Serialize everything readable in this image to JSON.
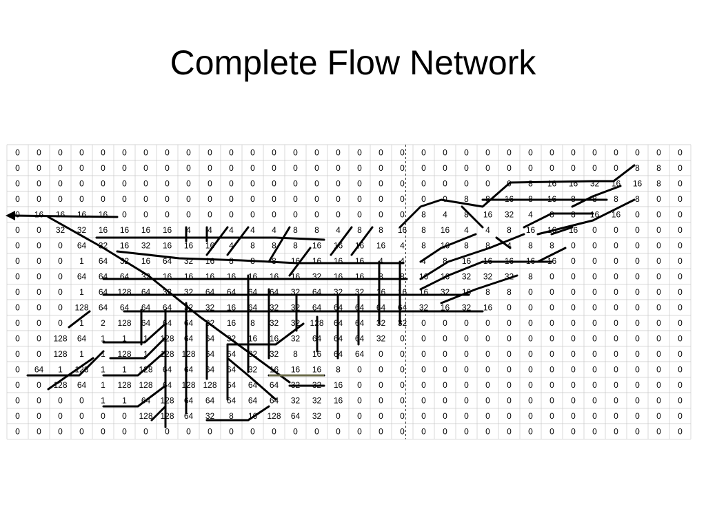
{
  "title": "Complete Flow Network",
  "colors": {
    "text": "#000000",
    "grid": "#c8c8c8",
    "flow": "#000000",
    "background": "#ffffff"
  },
  "grid": {
    "rows": [
      [
        "0",
        "0",
        "0",
        "0",
        "0",
        "0",
        "0",
        "0",
        "0",
        "0",
        "0",
        "0",
        "0",
        "0",
        "0",
        "0",
        "0",
        "0",
        "0",
        "0",
        "0",
        "0",
        "0",
        "0",
        "0",
        "0",
        "0",
        "0",
        "0",
        "0",
        "0",
        "0"
      ],
      [
        "0",
        "0",
        "0",
        "0",
        "0",
        "0",
        "0",
        "0",
        "0",
        "0",
        "0",
        "0",
        "0",
        "0",
        "0",
        "0",
        "0",
        "0",
        "0",
        "0",
        "0",
        "0",
        "0",
        "0",
        "0",
        "0",
        "0",
        "0",
        "0",
        "8",
        "8",
        "0"
      ],
      [
        "0",
        "0",
        "0",
        "0",
        "0",
        "0",
        "0",
        "0",
        "0",
        "0",
        "0",
        "0",
        "0",
        "0",
        "0",
        "0",
        "0",
        "0",
        "0",
        "0",
        "0",
        "0",
        "0",
        "0",
        "8",
        "16",
        "16",
        "32",
        "16",
        "16",
        "8",
        "0"
      ],
      [
        "0",
        "0",
        "0",
        "0",
        "0",
        "0",
        "0",
        "0",
        "0",
        "0",
        "0",
        "0",
        "0",
        "0",
        "0",
        "0",
        "0",
        "0",
        "0",
        "0",
        "0",
        "8",
        "8",
        "16",
        "8",
        "16",
        "8",
        "8",
        "8",
        "8",
        "0",
        "0"
      ],
      [
        "0",
        "16",
        "16",
        "16",
        "16",
        "0",
        "0",
        "0",
        "0",
        "0",
        "0",
        "0",
        "0",
        "0",
        "0",
        "0",
        "0",
        "0",
        "0",
        "8",
        "4",
        "8",
        "16",
        "32",
        "4",
        "8",
        "8",
        "16",
        "16",
        "0",
        "0",
        "0"
      ],
      [
        "0",
        "0",
        "32",
        "32",
        "16",
        "16",
        "16",
        "16",
        "4",
        "4",
        "4",
        "4",
        "4",
        "8",
        "8",
        "4",
        "8",
        "8",
        "16",
        "8",
        "16",
        "4",
        "4",
        "8",
        "16",
        "16",
        "16",
        "0",
        "0",
        "0",
        "0",
        "0"
      ],
      [
        "0",
        "0",
        "0",
        "64",
        "32",
        "16",
        "32",
        "16",
        "16",
        "16",
        "4",
        "8",
        "8",
        "8",
        "16",
        "16",
        "16",
        "16",
        "4",
        "8",
        "16",
        "8",
        "8",
        "4",
        "8",
        "8",
        "0",
        "0",
        "0",
        "0",
        "0",
        "0"
      ],
      [
        "0",
        "0",
        "0",
        "1",
        "64",
        "32",
        "16",
        "64",
        "32",
        "16",
        "8",
        "8",
        "8",
        "16",
        "16",
        "16",
        "16",
        "4",
        "4",
        "4",
        "8",
        "16",
        "16",
        "16",
        "16",
        "16",
        "0",
        "0",
        "0",
        "0",
        "0",
        "0"
      ],
      [
        "0",
        "0",
        "0",
        "64",
        "64",
        "64",
        "32",
        "16",
        "16",
        "16",
        "16",
        "16",
        "16",
        "16",
        "32",
        "16",
        "16",
        "8",
        "8",
        "16",
        "16",
        "32",
        "32",
        "32",
        "8",
        "0",
        "0",
        "0",
        "0",
        "0",
        "0",
        "0"
      ],
      [
        "0",
        "0",
        "0",
        "1",
        "64",
        "128",
        "64",
        "32",
        "32",
        "64",
        "64",
        "64",
        "64",
        "32",
        "64",
        "32",
        "32",
        "16",
        "16",
        "16",
        "32",
        "16",
        "8",
        "8",
        "0",
        "0",
        "0",
        "0",
        "0",
        "0",
        "0",
        "0"
      ],
      [
        "0",
        "0",
        "0",
        "128",
        "64",
        "64",
        "64",
        "64",
        "32",
        "32",
        "16",
        "64",
        "32",
        "32",
        "64",
        "64",
        "64",
        "64",
        "64",
        "32",
        "16",
        "32",
        "16",
        "0",
        "0",
        "0",
        "0",
        "0",
        "0",
        "0",
        "0",
        "0"
      ],
      [
        "0",
        "0",
        "0",
        "1",
        "2",
        "128",
        "64",
        "64",
        "64",
        "32",
        "16",
        "8",
        "32",
        "32",
        "128",
        "64",
        "64",
        "32",
        "32",
        "0",
        "0",
        "0",
        "0",
        "0",
        "0",
        "0",
        "0",
        "0",
        "0",
        "0",
        "0",
        "0"
      ],
      [
        "0",
        "0",
        "128",
        "64",
        "1",
        "1",
        "1",
        "128",
        "64",
        "64",
        "32",
        "16",
        "16",
        "32",
        "64",
        "64",
        "64",
        "32",
        "0",
        "0",
        "0",
        "0",
        "0",
        "0",
        "0",
        "0",
        "0",
        "0",
        "0",
        "0",
        "0",
        "0"
      ],
      [
        "0",
        "0",
        "128",
        "1",
        "1",
        "128",
        "1",
        "128",
        "128",
        "64",
        "64",
        "32",
        "32",
        "8",
        "16",
        "64",
        "64",
        "0",
        "0",
        "0",
        "0",
        "0",
        "0",
        "0",
        "0",
        "0",
        "0",
        "0",
        "0",
        "0",
        "0",
        "0"
      ],
      [
        "0",
        "64",
        "1",
        "128",
        "1",
        "1",
        "128",
        "64",
        "64",
        "64",
        "64",
        "32",
        "16",
        "16",
        "16",
        "8",
        "0",
        "0",
        "0",
        "0",
        "0",
        "0",
        "0",
        "0",
        "0",
        "0",
        "0",
        "0",
        "0",
        "0",
        "0",
        "0"
      ],
      [
        "0",
        "0",
        "128",
        "64",
        "1",
        "128",
        "128",
        "64",
        "128",
        "128",
        "64",
        "64",
        "64",
        "32",
        "32",
        "16",
        "0",
        "0",
        "0",
        "0",
        "0",
        "0",
        "0",
        "0",
        "0",
        "0",
        "0",
        "0",
        "0",
        "0",
        "0",
        "0"
      ],
      [
        "0",
        "0",
        "0",
        "0",
        "1",
        "1",
        "64",
        "128",
        "64",
        "64",
        "64",
        "64",
        "64",
        "32",
        "32",
        "16",
        "0",
        "0",
        "0",
        "0",
        "0",
        "0",
        "0",
        "0",
        "0",
        "0",
        "0",
        "0",
        "0",
        "0",
        "0",
        "0"
      ],
      [
        "0",
        "0",
        "0",
        "0",
        "0",
        "0",
        "128",
        "128",
        "64",
        "32",
        "8",
        "16",
        "128",
        "64",
        "32",
        "0",
        "0",
        "0",
        "0",
        "0",
        "0",
        "0",
        "0",
        "0",
        "0",
        "0",
        "0",
        "0",
        "0",
        "0",
        "0",
        "0"
      ],
      [
        "0",
        "0",
        "0",
        "0",
        "0",
        "0",
        "0",
        "0",
        "0",
        "0",
        "0",
        "0",
        "0",
        "0",
        "0",
        "0",
        "0",
        "0",
        "0",
        "0",
        "0",
        "0",
        "0",
        "0",
        "0",
        "0",
        "0",
        "0",
        "0",
        "0",
        "0",
        "0"
      ]
    ]
  }
}
